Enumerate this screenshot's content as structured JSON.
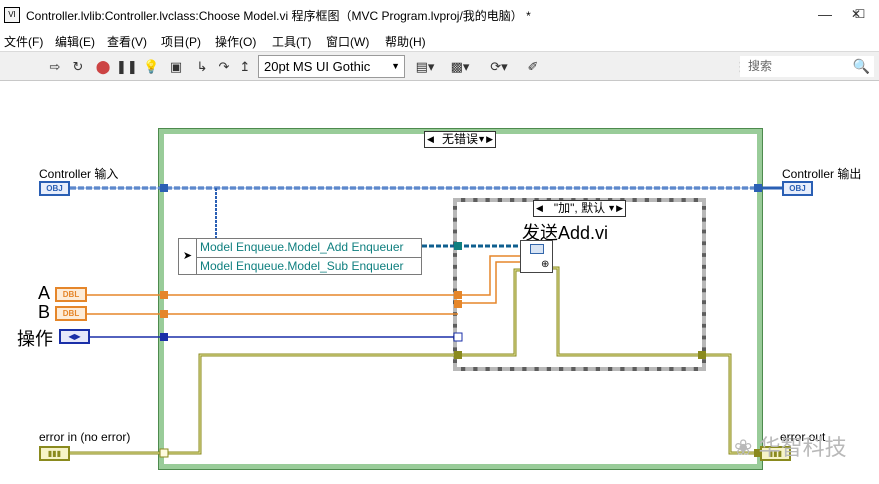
{
  "window": {
    "title": "Controller.lvlib:Controller.lvclass:Choose Model.vi 程序框图（MVC Program.lvproj/我的电脑） *",
    "icon_label": "VI"
  },
  "menu": [
    "文件(F)",
    "编辑(E)",
    "查看(V)",
    "项目(P)",
    "操作(O)",
    "工具(T)",
    "窗口(W)",
    "帮助(H)"
  ],
  "toolbar": {
    "font_select": "20pt MS UI Gothic",
    "search_placeholder": "搜索"
  },
  "diagram": {
    "outer_case_selector": "无错误",
    "inner_case_selector": "\"加\", 默认",
    "controller_in": "Controller 输入",
    "controller_out": "Controller 输出",
    "obj_tag": "OBJ",
    "dbl_tag": "DBL",
    "label_a": "A",
    "label_b": "B",
    "label_op": "操作",
    "error_in": "error in (no error)",
    "error_out": "error out",
    "enum_values": [
      "Model Enqueue.Model_Add Enqueuer",
      "Model Enqueue.Model_Sub Enqueuer"
    ],
    "subvi_label": "发送Add.vi"
  },
  "watermark": "华智科技",
  "colors": {
    "class_wire": "#2a5fb4",
    "dbl_wire": "#e5862a",
    "error_wire": "#8a8a1e",
    "enum_wire": "#0f5f8f",
    "case_border": "#99cc99"
  }
}
